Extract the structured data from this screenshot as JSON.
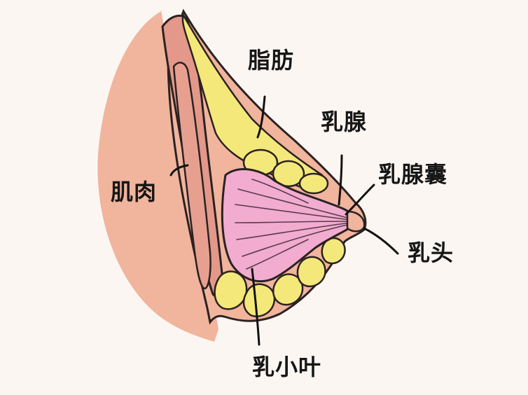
{
  "labels": {
    "fat": "脂肪",
    "gland": "乳腺",
    "duct_sac": "乳腺囊",
    "muscle": "肌肉",
    "nipple": "乳头",
    "lobule": "乳小叶"
  },
  "colors": {
    "background": "#fcf6f2",
    "skin": "#f1b49c",
    "muscle": "#e3988a",
    "fat": "#f4e87a",
    "gland": "#f1acd0",
    "outline": "#2a2222",
    "leader_line": "#111111"
  }
}
